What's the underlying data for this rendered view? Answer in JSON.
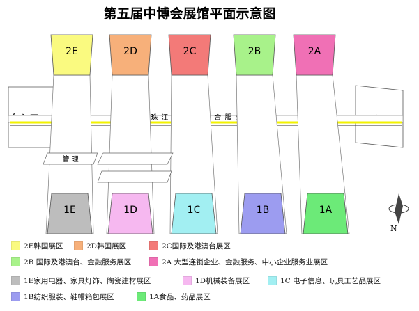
{
  "title": "第五届中博会展馆平面示意图",
  "entrances": {
    "east": "东入口",
    "west": "西入口"
  },
  "promenade": "珠 江 散 步 道 综 合 服 务 区",
  "management": "管  理",
  "compass": "N",
  "colors": {
    "2E": "#fafa80",
    "2D": "#f7b07a",
    "2C": "#f37a78",
    "2B": "#a8f28a",
    "2A": "#f070b5",
    "1E": "#bdbdbd",
    "1D": "#f6b8f0",
    "1C": "#a2eff2",
    "1B": "#9c9cf0",
    "1A": "#6cea78",
    "promenade_line": "#f2f200"
  },
  "halls_top": [
    {
      "id": "2E",
      "label": "2E"
    },
    {
      "id": "2D",
      "label": "2D"
    },
    {
      "id": "2C",
      "label": "2C"
    },
    {
      "id": "2B",
      "label": "2B"
    },
    {
      "id": "2A",
      "label": "2A"
    }
  ],
  "halls_bottom": [
    {
      "id": "1E",
      "label": "1E"
    },
    {
      "id": "1D",
      "label": "1D"
    },
    {
      "id": "1C",
      "label": "1C"
    },
    {
      "id": "1B",
      "label": "1B"
    },
    {
      "id": "1A",
      "label": "1A"
    }
  ],
  "legend": [
    {
      "id": "2E",
      "text": "2E韩国展区"
    },
    {
      "id": "2D",
      "text": "2D韩国展区"
    },
    {
      "id": "2C",
      "text": "2C国际及港澳台展区"
    },
    {
      "id": "2B",
      "text": "2B 国际及港澳台、金融服务展区"
    },
    {
      "id": "2A",
      "text": "2A 大型连锁企业、金融服务、中小企业服务业展区"
    },
    {
      "id": "1E",
      "text": "1E家用电器、家具灯饰、陶瓷建材展区"
    },
    {
      "id": "1D",
      "text": "1D机械装备展区"
    },
    {
      "id": "1C",
      "text": "1C 电子信息、玩具工艺品展区"
    },
    {
      "id": "1B",
      "text": "1B纺织服装、鞋帽箱包展区"
    },
    {
      "id": "1A",
      "text": "1A食品、药品展区"
    }
  ]
}
